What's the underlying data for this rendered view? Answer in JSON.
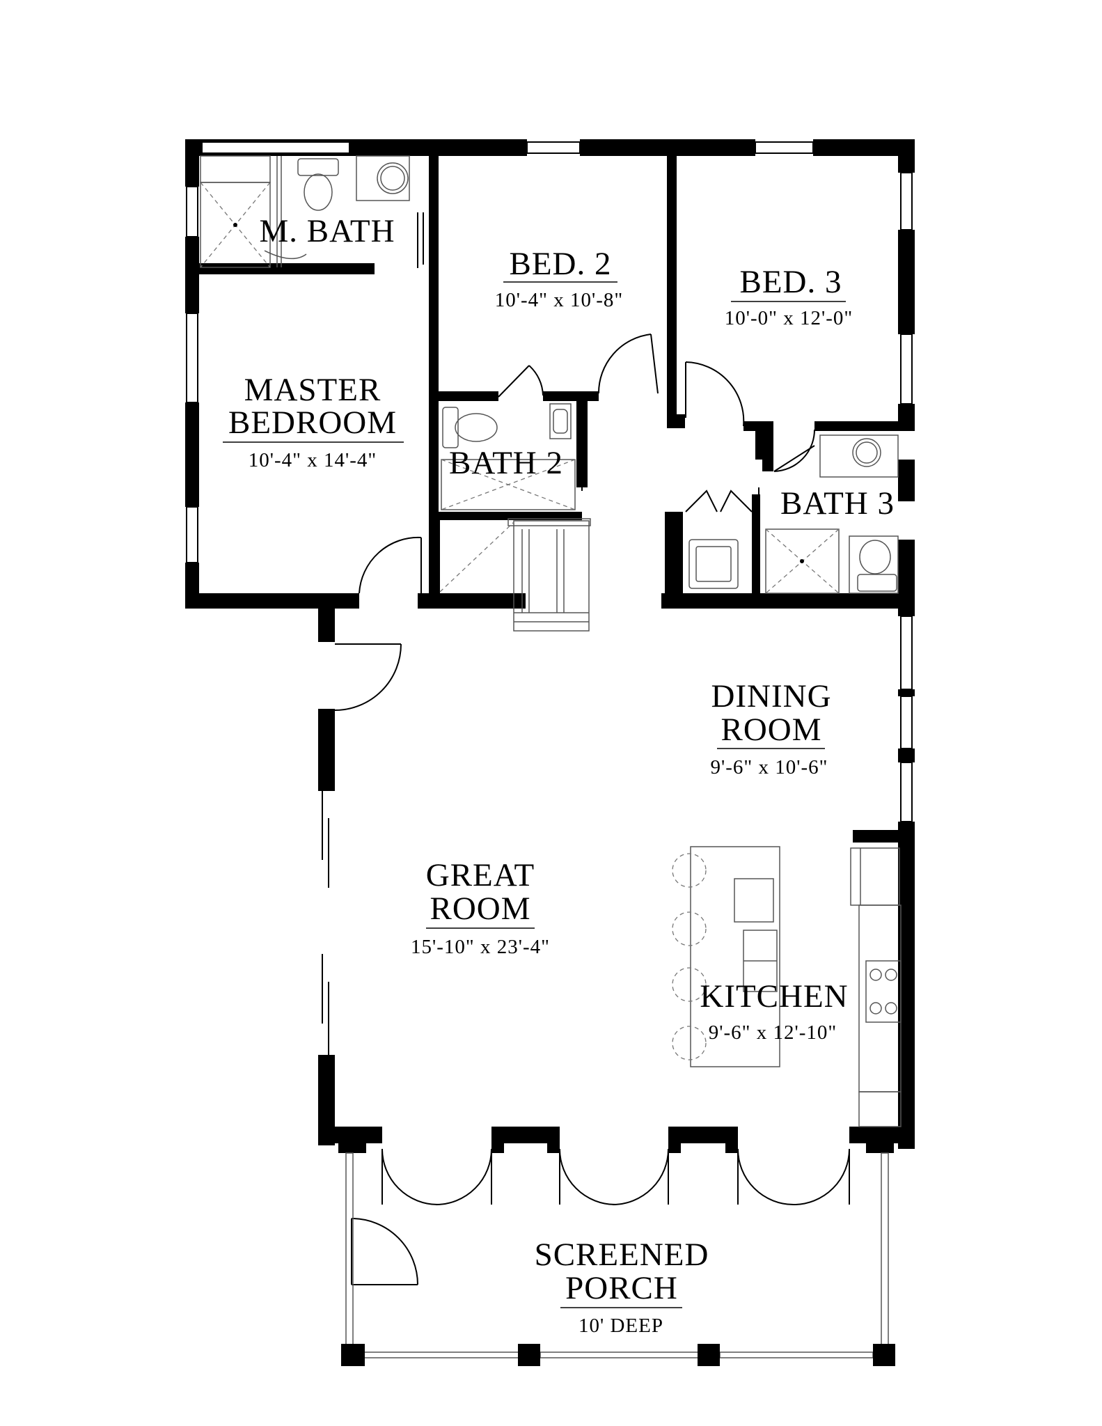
{
  "rooms": {
    "master_bath": {
      "name": "M. BATH"
    },
    "bed2": {
      "name": "BED. 2",
      "dim": "10'-4\" x 10'-8\""
    },
    "bed3": {
      "name": "BED. 3",
      "dim": "10'-0\" x 12'-0\""
    },
    "master_bedroom": {
      "name_line1": "MASTER",
      "name_line2": "BEDROOM",
      "dim": "10'-4\" x 14'-4\""
    },
    "bath2": {
      "name": "BATH 2"
    },
    "bath3": {
      "name": "BATH 3"
    },
    "dining_room": {
      "name_line1": "DINING",
      "name_line2": "ROOM",
      "dim": "9'-6\" x 10'-6\""
    },
    "great_room": {
      "name_line1": "GREAT",
      "name_line2": "ROOM",
      "dim": "15'-10\" x 23'-4\""
    },
    "kitchen": {
      "name": "KITCHEN",
      "dim": "9'-6\" x 12'-10\""
    },
    "screened_porch": {
      "name_line1": "SCREENED",
      "name_line2": "PORCH",
      "dim": "10' DEEP"
    }
  },
  "colors": {
    "wall": "#000000",
    "background": "#ffffff"
  }
}
